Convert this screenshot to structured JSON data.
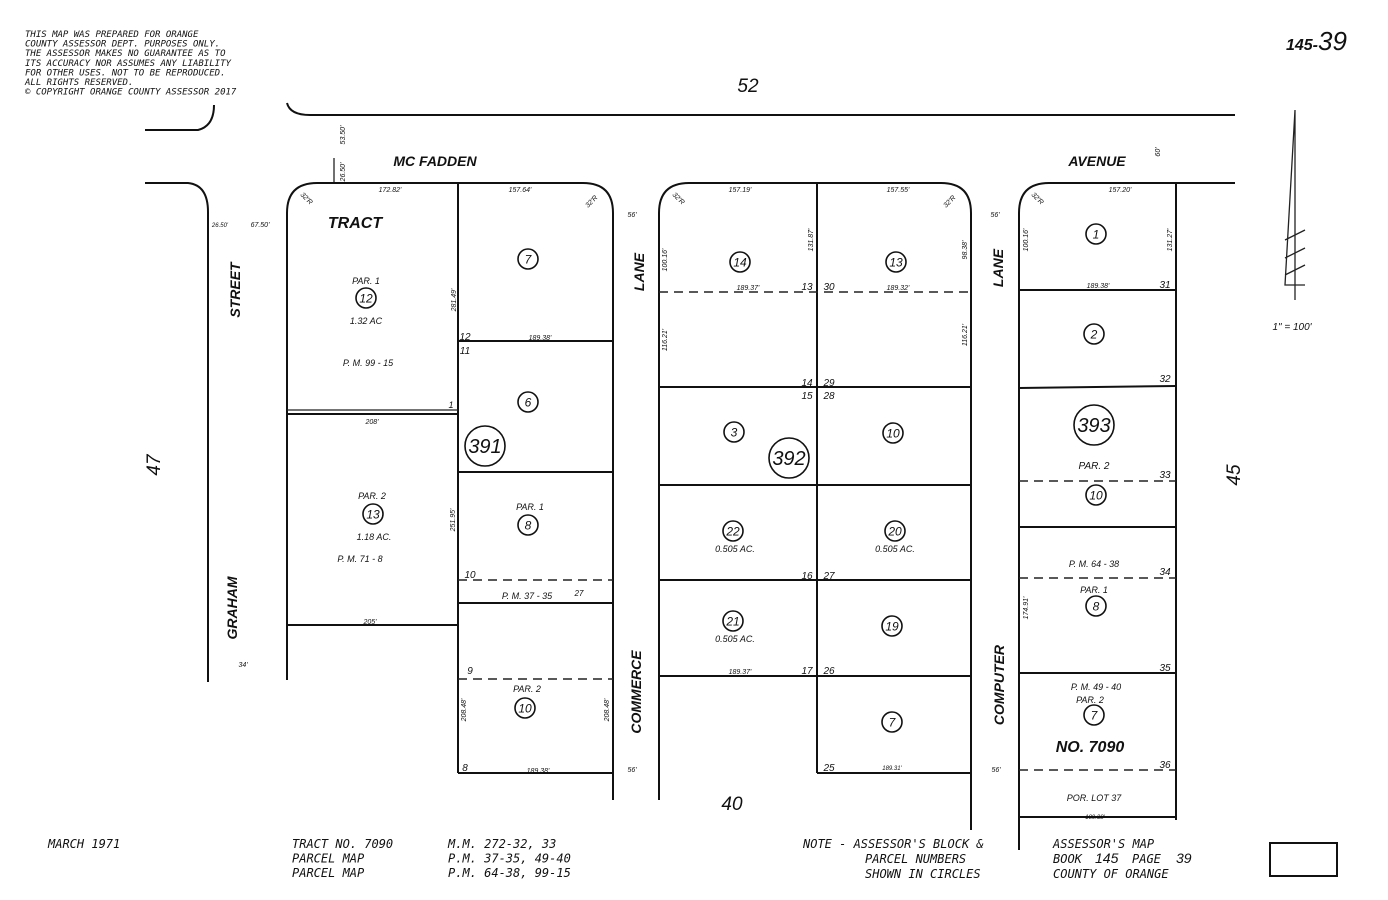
{
  "disclaimer": [
    "THIS MAP WAS PREPARED FOR ORANGE",
    "COUNTY ASSESSOR DEPT. PURPOSES ONLY.",
    "THE ASSESSOR MAKES NO GUARANTEE AS TO",
    "ITS ACCURACY NOR ASSUMES ANY LIABILITY",
    "FOR OTHER USES.  NOT TO BE REPRODUCED.",
    "ALL RIGHTS RESERVED.",
    "© COPYRIGHT ORANGE COUNTY ASSESSOR 2017"
  ],
  "map_number": {
    "prefix": "145-",
    "page": "39"
  },
  "adjacent_pages": {
    "north": "52",
    "west": "47",
    "east": "45",
    "south": "40"
  },
  "streets": {
    "mc_fadden": "MC FADDEN",
    "avenue": "AVENUE",
    "street": "STREET",
    "graham": "GRAHAM",
    "commerce_lane": "LANE",
    "commerce": "COMMERCE",
    "computer_lane": "LANE",
    "computer": "COMPUTER"
  },
  "blocks": {
    "b391": "391",
    "b392": "392",
    "b393": "393"
  },
  "parcels": {
    "p391_12": "12",
    "p391_13": "13",
    "p391_7": "7",
    "p391_6": "6",
    "p391_8": "8",
    "p391_10": "10",
    "p392_14": "14",
    "p392_13": "13",
    "p392_3": "3",
    "p392_10": "10",
    "p392_22": "22",
    "p392_20": "20",
    "p392_21": "21",
    "p392_19": "19",
    "p392_7": "7",
    "p393_1": "1",
    "p393_2": "2",
    "p393_10": "10",
    "p393_8": "8",
    "p393_7": "7"
  },
  "labels": {
    "tract": "TRACT",
    "par1_a": "PAR. 1",
    "ac_132": "1.32 AC",
    "pm_99_15": "P. M.   99 - 15",
    "par2_a": "PAR. 2",
    "ac_118": "1.18 AC.",
    "pm_71_8": "P. M.   71 - 8",
    "par1_b": "PAR. 1",
    "pm_37_35": "P. M.   37 - 35",
    "par2_b": "PAR. 2",
    "ac_505_a": "0.505 AC.",
    "ac_505_b": "0.505 AC.",
    "ac_505_c": "0.505 AC.",
    "par2_c": "PAR. 2",
    "pm_64_38": "P. M.   64 - 38",
    "par1_c": "PAR. 1",
    "pm_49_40": "P. M.   49 - 40",
    "par2_d": "PAR. 2",
    "no_7090": "NO. 7090",
    "por_lot_37": "POR. LOT 37",
    "lot12": "12",
    "lot11": "11",
    "lot10": "10",
    "lot27a": "27",
    "lot9": "9",
    "lot8": "8",
    "lot13": "13",
    "lot30": "30",
    "lot14": "14",
    "lot29": "29",
    "lot15": "15",
    "lot28": "28",
    "lot16": "16",
    "lot27": "27",
    "lot17": "17",
    "lot26": "26",
    "lot25": "25",
    "lot31": "31",
    "lot32": "32",
    "lot33": "33",
    "lot34": "34",
    "lot35": "35",
    "lot36": "36",
    "lot1": "1"
  },
  "dimensions": {
    "d172_82": "172.82'",
    "d157_64": "157.64'",
    "d157_19": "157.19'",
    "d157_55": "157.55'",
    "d157_20": "157.20'",
    "d189_38a": "189.38'",
    "d189_38b": "189.38'",
    "d189_37a": "189.37'",
    "d189_32": "189.32'",
    "d189_37b": "189.37'",
    "d189_31": "189.31'",
    "d189_38c": "189.38'",
    "d189_38d": "189.38'",
    "d208": "208'",
    "d205": "205'",
    "d56a": "56'",
    "d56b": "56'",
    "d56c": "56'",
    "d56d": "56'",
    "d60": "60'",
    "d34": "34'",
    "d53_50": "53.50'",
    "d26_50": "26.50'",
    "d26_50b": "26.50'",
    "d67_50": "67.50'",
    "d281_49": "281.49'",
    "d251_95": "251.95'",
    "d100_16a": "100.16'",
    "d100_16b": "100.16'",
    "d131_87": "131.87'",
    "d98_38": "98.38'",
    "d131_27": "131.27'",
    "d116_21a": "116.21'",
    "d116_21b": "116.21'",
    "d174_91": "174.91'",
    "d208_48a": "208.48'",
    "d208_48b": "208.48'",
    "d32r_a": "32'R",
    "d32r_b": "32'R",
    "d32r_c": "32'R",
    "d32r_d": "32'R",
    "d32r_e": "32'R"
  },
  "scale": "1\" = 100'",
  "footer": {
    "date": "MARCH 1971",
    "refs": [
      {
        "name": "TRACT NO. 7090",
        "ref": "M.M. 272-32, 33"
      },
      {
        "name": "PARCEL MAP",
        "ref": "P.M. 37-35, 49-40"
      },
      {
        "name": "PARCEL MAP",
        "ref": "P.M. 64-38, 99-15"
      }
    ],
    "note": [
      "NOTE  -  ASSESSOR'S BLOCK &",
      "PARCEL NUMBERS",
      "SHOWN IN CIRCLES"
    ],
    "book": {
      "line1": "ASSESSOR'S MAP",
      "book_label": "BOOK",
      "book": "145",
      "page_label": "PAGE",
      "page": "39",
      "line3": "COUNTY OF ORANGE"
    }
  }
}
